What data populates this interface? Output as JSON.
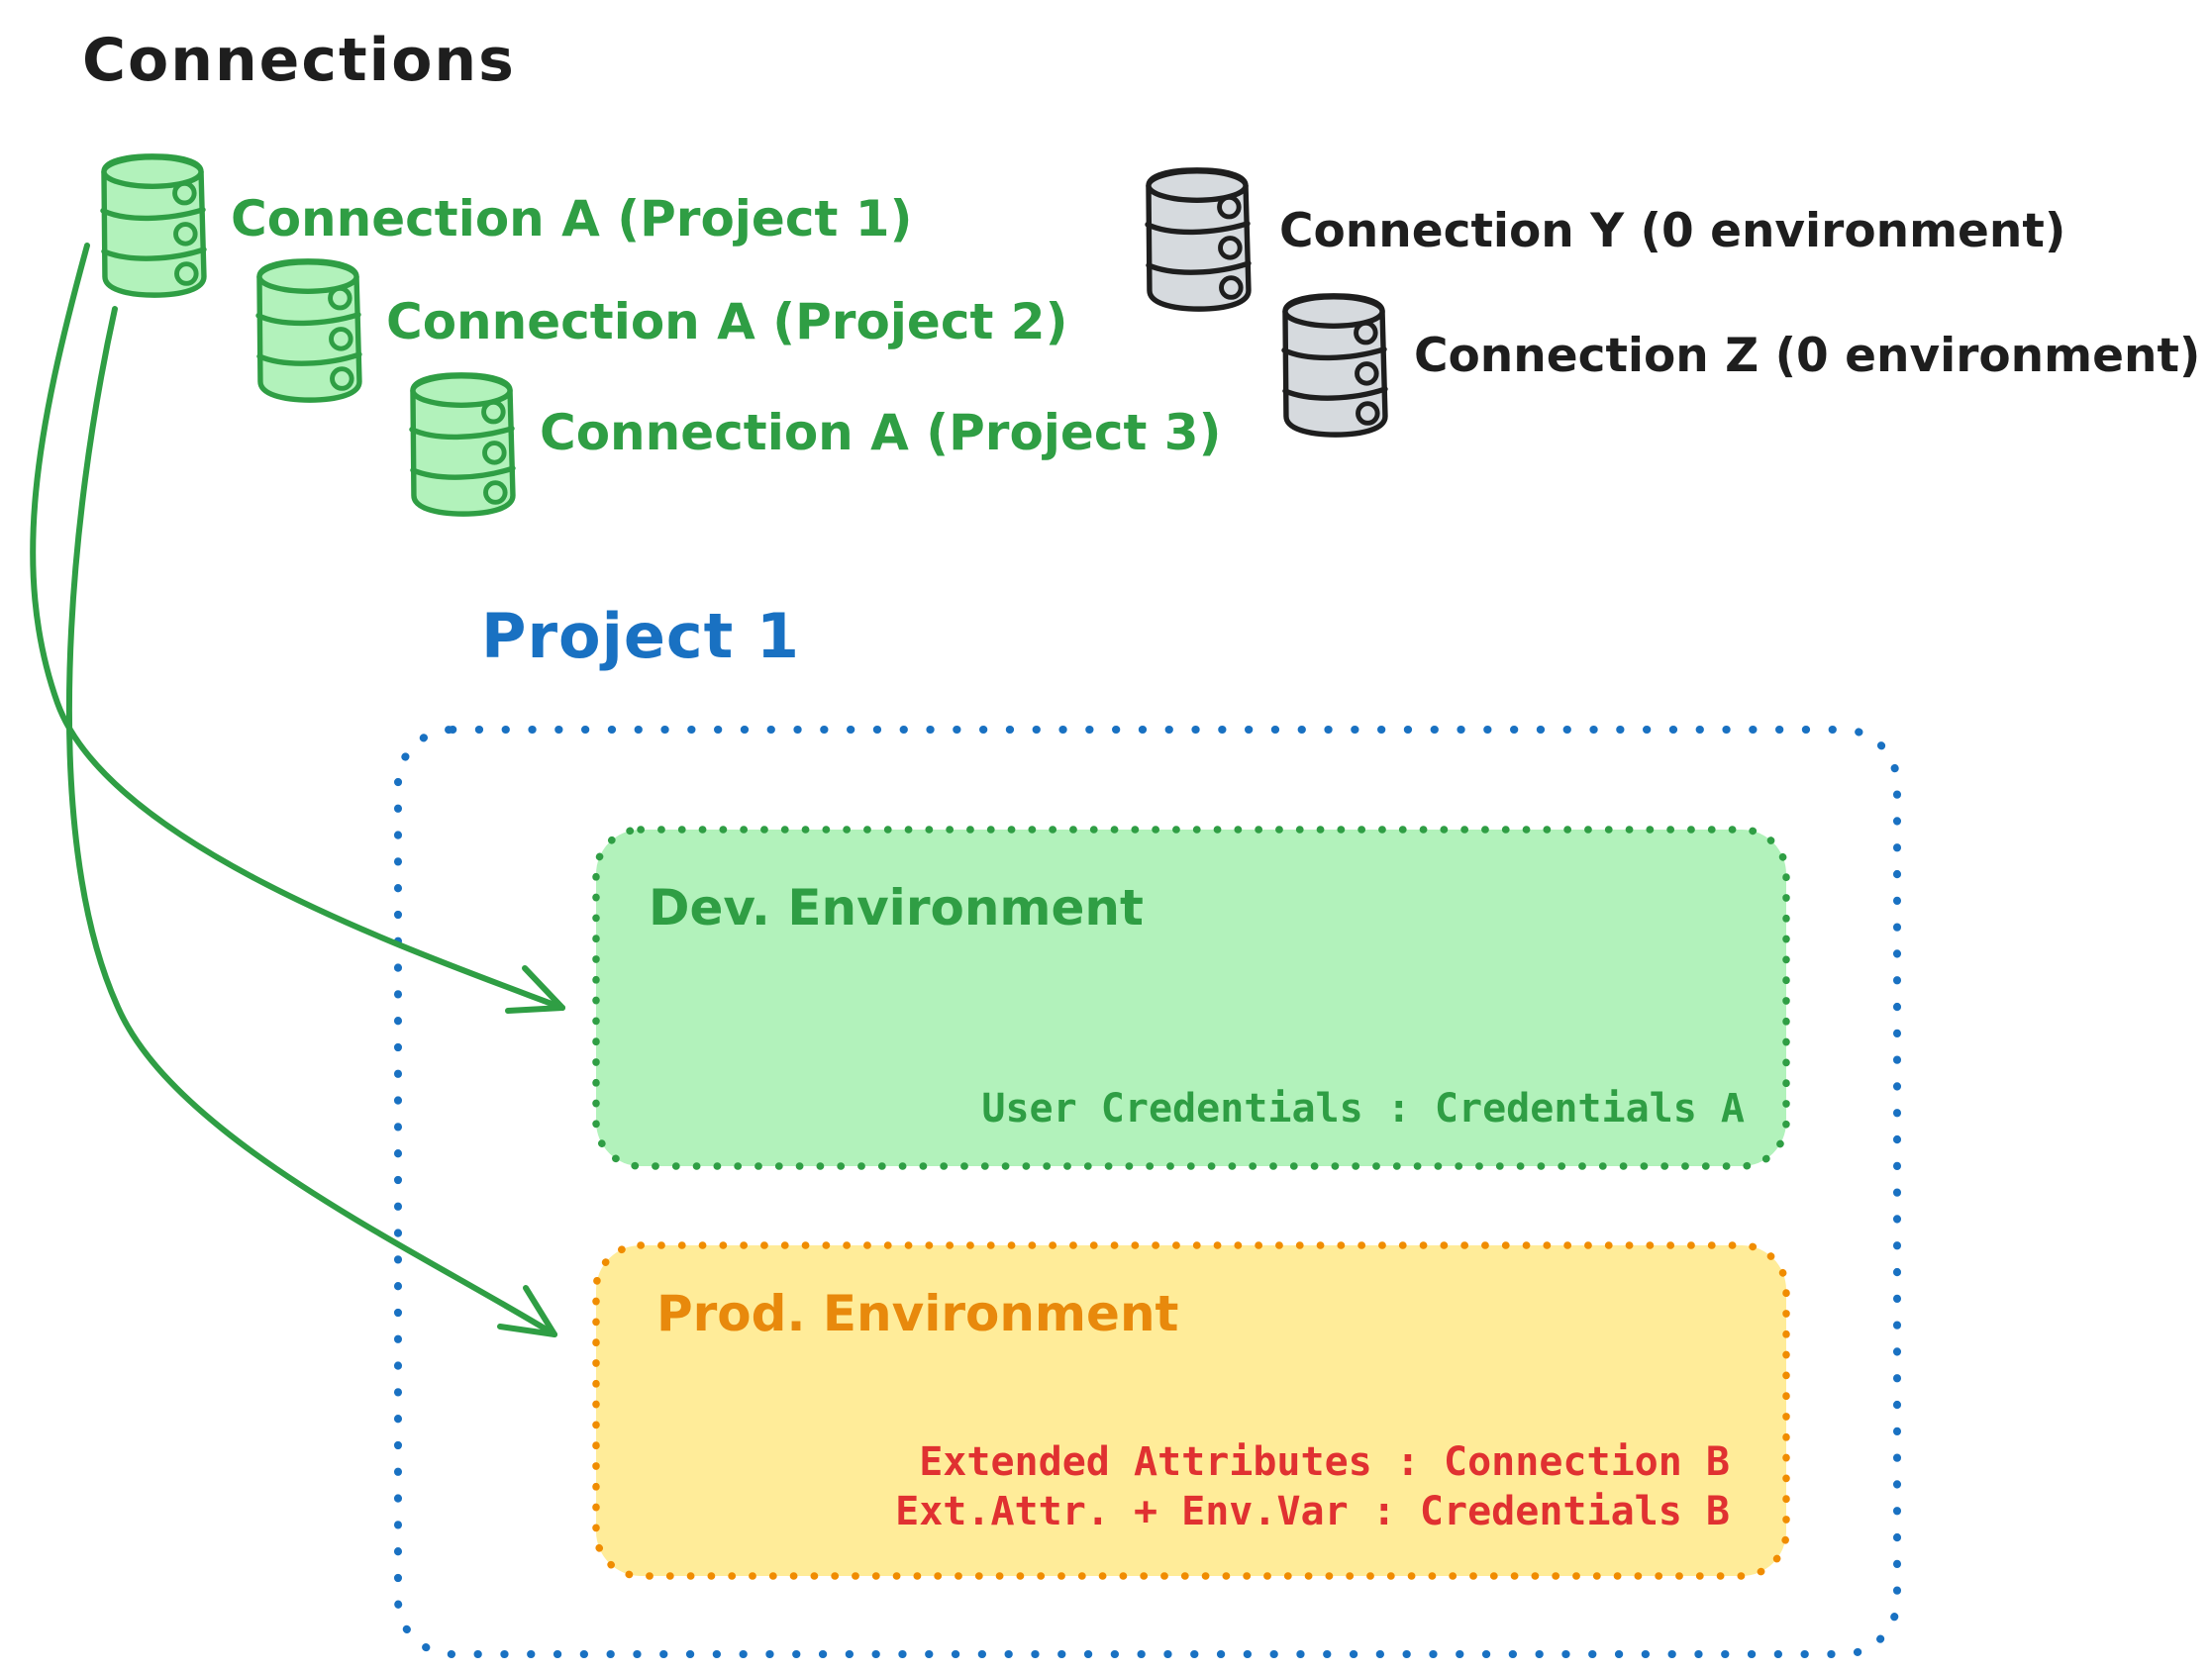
{
  "title": "Connections",
  "connections_green": [
    {
      "label": "Connection A (Project 1)"
    },
    {
      "label": "Connection A (Project 2)"
    },
    {
      "label": "Connection A (Project 3)"
    }
  ],
  "connections_gray": [
    {
      "label": "Connection Y (0 environment)"
    },
    {
      "label": "Connection Z (0 environment)"
    }
  ],
  "project": {
    "title": "Project 1",
    "dev_environment": {
      "title": "Dev. Environment",
      "credentials_line": "User Credentials : Credentials A"
    },
    "prod_environment": {
      "title": "Prod. Environment",
      "line1": "Extended Attributes : Connection B",
      "line2": "Ext.Attr. + Env.Var : Credentials B"
    }
  },
  "colors": {
    "ink": "#1e1e1e",
    "green_stroke": "#2f9e44",
    "green_fill": "#b2f2bb",
    "blue": "#1971c2",
    "orange_stroke": "#f08c00",
    "orange_text": "#e8890c",
    "yellow_fill": "#ffec99",
    "red_text": "#e03131",
    "gray_fill": "#d6dade"
  }
}
